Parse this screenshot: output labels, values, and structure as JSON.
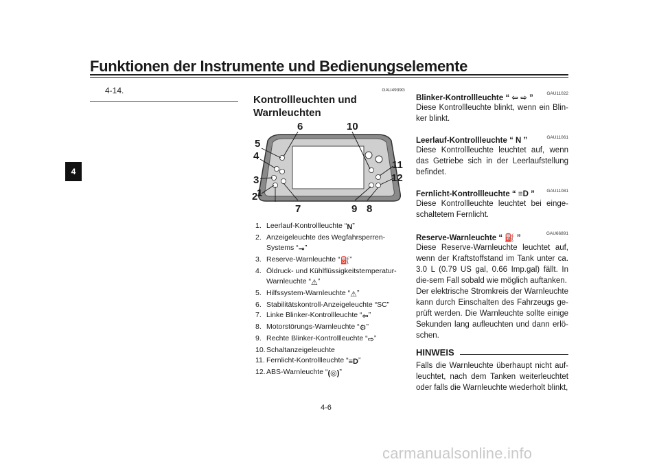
{
  "header": {
    "title": "Funktionen der Instrumente und Bedienungselemente"
  },
  "chapter_tab": "4",
  "left": {
    "fig_ref": "4-14."
  },
  "middle": {
    "code": "GAU4939G",
    "heading_line1": "Kontrollleuchten und",
    "heading_line2": "Warnleuchten",
    "callouts": [
      "1",
      "2",
      "3",
      "4",
      "5",
      "6",
      "7",
      "8",
      "9",
      "10",
      "11",
      "12"
    ],
    "legend": [
      {
        "num": "1.",
        "text": "Leerlauf-Kontrollleuchte “",
        "icon": "N",
        "tail": "”"
      },
      {
        "num": "2.",
        "text": "Anzeigeleuchte des Wegfahrsperren-Systems “",
        "icon": "⊸",
        "tail": "”"
      },
      {
        "num": "3.",
        "text": "Reserve-Warnleuchte “",
        "icon": "⛽",
        "tail": "”"
      },
      {
        "num": "4.",
        "text": "Öldruck- und Kühlflüssigkeitstemperatur-Warnleuchte “",
        "icon": "⚠",
        "tail": "”"
      },
      {
        "num": "5.",
        "text": "Hilfssystem-Warnleuchte “",
        "icon": "⚠",
        "tail": "”"
      },
      {
        "num": "6.",
        "text": "Stabilitätskontroll-Anzeigeleuchte “SC”",
        "icon": "",
        "tail": ""
      },
      {
        "num": "7.",
        "text": "Linke Blinker-Kontrollleuchte “",
        "icon": "⇦",
        "tail": "”"
      },
      {
        "num": "8.",
        "text": "Motorstörungs-Warnleuchte “",
        "icon": "⚙",
        "tail": "”"
      },
      {
        "num": "9.",
        "text": "Rechte Blinker-Kontrollleuchte “",
        "icon": "⇨",
        "tail": "”"
      },
      {
        "num": "10.",
        "text": "Schaltanzeigeleuchte",
        "icon": "",
        "tail": ""
      },
      {
        "num": "11.",
        "text": "Fernlicht-Kontrollleuchte “",
        "icon": "≡D",
        "tail": "”"
      },
      {
        "num": "12.",
        "text": "ABS-Warnleuchte “",
        "icon": "(◎)",
        "tail": "”"
      }
    ]
  },
  "right": {
    "sections": [
      {
        "code": "GAU11022",
        "head": "Blinker-Kontrollleuchte “ ⇦ ⇨ ”",
        "body": "Diese Kontrollleuchte blinkt, wenn ein Blin-ker blinkt."
      },
      {
        "code": "GAU11061",
        "head": "Leerlauf-Kontrollleuchte “ N ”",
        "body": "Diese Kontrollleuchte leuchtet auf, wenn das Getriebe sich in der Leerlaufstellung befindet."
      },
      {
        "code": "GAU11081",
        "head": "Fernlicht-Kontrollleuchte “ ≡D ”",
        "body": "Diese Kontrollleuchte leuchtet bei einge-schaltetem Fernlicht."
      },
      {
        "code": "GAU66891",
        "head": "Reserve-Warnleuchte “ ⛽ ”",
        "body": "Diese Reserve-Warnleuchte leuchtet auf, wenn der Kraftstoffstand im Tank unter ca. 3.0 L (0.79 US gal, 0.66 Imp.gal) fällt. In die-sem Fall sobald wie möglich auftanken.",
        "body2": "Der elektrische Stromkreis der Warnleuchte kann durch Einschalten des Fahrzeugs ge-prüft werden. Die Warnleuchte sollte einige Sekunden lang aufleuchten und dann erlö-schen."
      }
    ],
    "hinweis_label": "HINWEIS",
    "hinweis_text": "Falls die Warnleuchte überhaupt nicht auf-leuchtet, nach dem Tanken weiterleuchtet oder falls die Warnleuchte wiederholt blinkt,"
  },
  "footer": {
    "page_number": "4-6",
    "watermark": "carmanualsonline.info"
  }
}
